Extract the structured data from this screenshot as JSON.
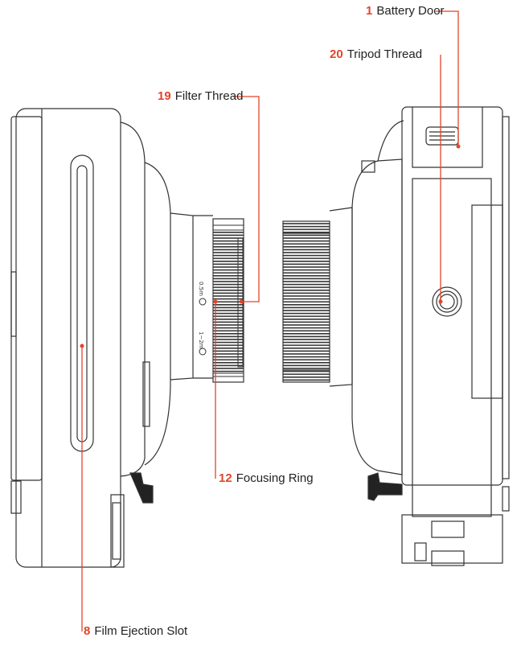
{
  "colors": {
    "callout_number": "#e2452b",
    "callout_text": "#222222",
    "line": "#333333"
  },
  "callouts": [
    {
      "number": "1",
      "label": "Battery Door"
    },
    {
      "number": "20",
      "label": "Tripod Thread"
    },
    {
      "number": "19",
      "label": "Filter Thread"
    },
    {
      "number": "12",
      "label": "Focusing Ring"
    },
    {
      "number": "8",
      "label": "Film Ejection Slot"
    }
  ],
  "lens_markings": {
    "near": "0.5m",
    "far": "1~2m"
  }
}
